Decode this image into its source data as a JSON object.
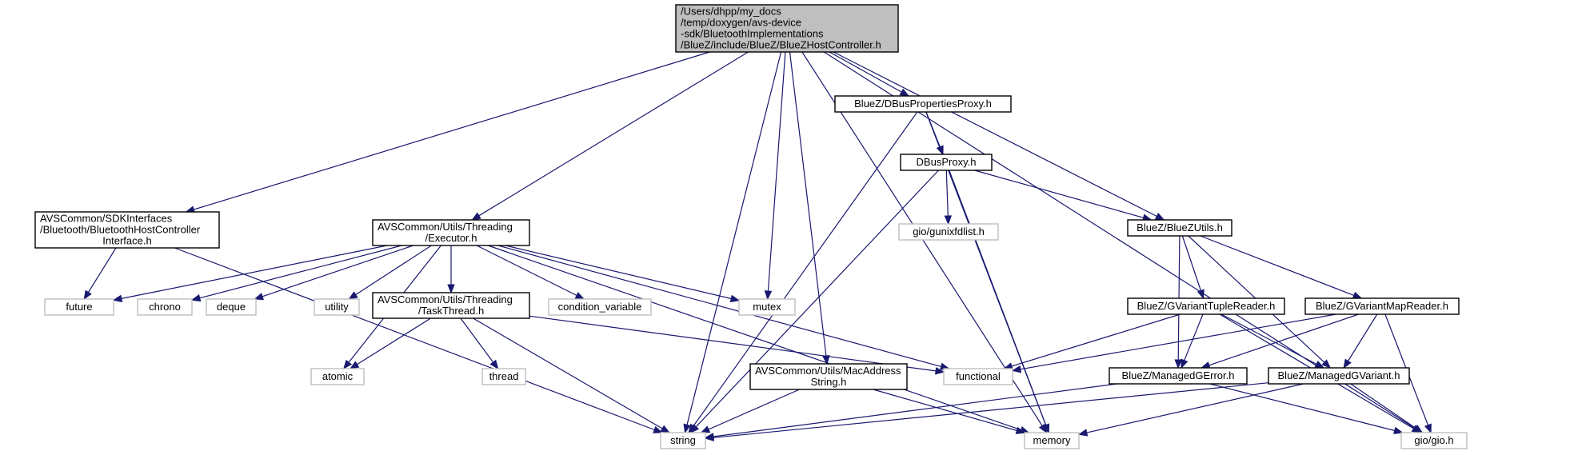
{
  "diagram": {
    "type": "include-dependency-graph",
    "colors": {
      "edge": "#191970",
      "root_fill": "#bfbfbf",
      "project_border": "#000000",
      "system_border": "#bfbfbf"
    },
    "nodes": [
      {
        "id": "root",
        "kind": "root",
        "lines": [
          "/Users/dhpp/my_docs",
          "/temp/doxygen/avs-device",
          "-sdk/BluetoothImplementations",
          "/BlueZ/include/BlueZ/BlueZHostController.h"
        ]
      },
      {
        "id": "sdkif",
        "kind": "file",
        "lines": [
          "AVSCommon/SDKInterfaces",
          "/Bluetooth/BluetoothHostController",
          "Interface.h"
        ]
      },
      {
        "id": "executor",
        "kind": "file",
        "lines": [
          "AVSCommon/Utils/Threading",
          "/Executor.h"
        ]
      },
      {
        "id": "taskthread",
        "kind": "file",
        "lines": [
          "AVSCommon/Utils/Threading",
          "/TaskThread.h"
        ]
      },
      {
        "id": "macaddr",
        "kind": "file",
        "lines": [
          "AVSCommon/Utils/MacAddress",
          "String.h"
        ]
      },
      {
        "id": "dbusprops",
        "kind": "file",
        "lines": [
          "BlueZ/DBusPropertiesProxy.h"
        ]
      },
      {
        "id": "dbusproxy",
        "kind": "file",
        "lines": [
          "DBusProxy.h"
        ]
      },
      {
        "id": "bluezutils",
        "kind": "file",
        "lines": [
          "BlueZ/BlueZUtils.h"
        ]
      },
      {
        "id": "tuplereader",
        "kind": "file",
        "lines": [
          "BlueZ/GVariantTupleReader.h"
        ]
      },
      {
        "id": "mapreader",
        "kind": "file",
        "lines": [
          "BlueZ/GVariantMapReader.h"
        ]
      },
      {
        "id": "gerror",
        "kind": "file",
        "lines": [
          "BlueZ/ManagedGError.h"
        ]
      },
      {
        "id": "gvariant",
        "kind": "file",
        "lines": [
          "BlueZ/ManagedGVariant.h"
        ]
      },
      {
        "id": "future",
        "kind": "sys",
        "lines": [
          "future"
        ]
      },
      {
        "id": "chrono",
        "kind": "sys",
        "lines": [
          "chrono"
        ]
      },
      {
        "id": "deque",
        "kind": "sys",
        "lines": [
          "deque"
        ]
      },
      {
        "id": "utility",
        "kind": "sys",
        "lines": [
          "utility"
        ]
      },
      {
        "id": "condvar",
        "kind": "sys",
        "lines": [
          "condition_variable"
        ]
      },
      {
        "id": "mutex",
        "kind": "sys",
        "lines": [
          "mutex"
        ]
      },
      {
        "id": "atomic",
        "kind": "sys",
        "lines": [
          "atomic"
        ]
      },
      {
        "id": "thread",
        "kind": "sys",
        "lines": [
          "thread"
        ]
      },
      {
        "id": "functional",
        "kind": "sys",
        "lines": [
          "functional"
        ]
      },
      {
        "id": "gunix",
        "kind": "sys",
        "lines": [
          "gio/gunixfdlist.h"
        ]
      },
      {
        "id": "string",
        "kind": "sys",
        "lines": [
          "string"
        ]
      },
      {
        "id": "memory",
        "kind": "sys",
        "lines": [
          "memory"
        ]
      },
      {
        "id": "giogio",
        "kind": "sys",
        "lines": [
          "gio/gio.h"
        ]
      }
    ],
    "edges": [
      [
        "root",
        "string"
      ],
      [
        "root",
        "sdkif"
      ],
      [
        "root",
        "executor"
      ],
      [
        "root",
        "mutex"
      ],
      [
        "root",
        "macaddr"
      ],
      [
        "root",
        "dbusprops"
      ],
      [
        "root",
        "bluezutils"
      ],
      [
        "root",
        "memory"
      ],
      [
        "root",
        "giogio"
      ],
      [
        "sdkif",
        "future"
      ],
      [
        "sdkif",
        "string"
      ],
      [
        "executor",
        "future"
      ],
      [
        "executor",
        "chrono"
      ],
      [
        "executor",
        "deque"
      ],
      [
        "executor",
        "atomic"
      ],
      [
        "executor",
        "utility"
      ],
      [
        "executor",
        "taskthread"
      ],
      [
        "executor",
        "condvar"
      ],
      [
        "executor",
        "mutex"
      ],
      [
        "executor",
        "functional"
      ],
      [
        "executor",
        "memory"
      ],
      [
        "taskthread",
        "atomic"
      ],
      [
        "taskthread",
        "thread"
      ],
      [
        "taskthread",
        "string"
      ],
      [
        "taskthread",
        "functional"
      ],
      [
        "dbusprops",
        "dbusproxy"
      ],
      [
        "dbusprops",
        "string"
      ],
      [
        "dbusprops",
        "memory"
      ],
      [
        "dbusproxy",
        "gunix"
      ],
      [
        "dbusproxy",
        "string"
      ],
      [
        "dbusproxy",
        "memory"
      ],
      [
        "dbusproxy",
        "bluezutils"
      ],
      [
        "macaddr",
        "string"
      ],
      [
        "macaddr",
        "memory"
      ],
      [
        "bluezutils",
        "tuplereader"
      ],
      [
        "bluezutils",
        "mapreader"
      ],
      [
        "bluezutils",
        "gerror"
      ],
      [
        "bluezutils",
        "gvariant"
      ],
      [
        "tuplereader",
        "functional"
      ],
      [
        "tuplereader",
        "gerror"
      ],
      [
        "tuplereader",
        "gvariant"
      ],
      [
        "tuplereader",
        "giogio"
      ],
      [
        "mapreader",
        "functional"
      ],
      [
        "mapreader",
        "gerror"
      ],
      [
        "mapreader",
        "gvariant"
      ],
      [
        "mapreader",
        "giogio"
      ],
      [
        "gerror",
        "string"
      ],
      [
        "gerror",
        "giogio"
      ],
      [
        "gvariant",
        "string"
      ],
      [
        "gvariant",
        "memory"
      ],
      [
        "gvariant",
        "giogio"
      ]
    ]
  }
}
